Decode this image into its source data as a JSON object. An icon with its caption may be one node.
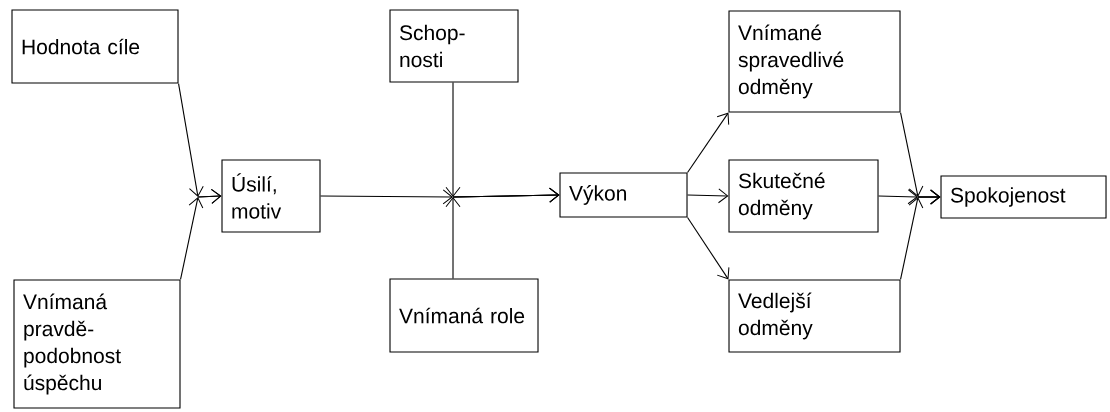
{
  "diagram": {
    "nodes": [
      {
        "text": [
          "Hodnota cíle"
        ]
      },
      {
        "text": [
          "Vnímaná pravdě- podobnost úspěchu"
        ]
      },
      {
        "text": [
          "Úsilí, motiv"
        ]
      },
      {
        "text": [
          "Schop- nosti"
        ]
      },
      {
        "text": [
          "Vnímaná role"
        ]
      },
      {
        "text": [
          "Výkon"
        ]
      },
      {
        "text": [
          "Vnímané spravedlivé odměny"
        ]
      },
      {
        "text": [
          "Skutečné odměny"
        ]
      },
      {
        "text": [
          "Vedlejší odměny"
        ]
      },
      {
        "text": [
          "Spokojenost"
        ]
      }
    ],
    "edges": [
      {
        "from": 0,
        "to": 2,
        "arrow": "to"
      },
      {
        "from": 1,
        "to": 2,
        "arrow": "to"
      },
      {
        "from": 2,
        "to": 5,
        "arrow": "to"
      },
      {
        "from": 3,
        "to": 5,
        "arrow": "to"
      },
      {
        "from": 4,
        "to": 5,
        "arrow": "to"
      },
      {
        "from": 5,
        "to": 6,
        "arrow": "to"
      },
      {
        "from": 5,
        "to": 7,
        "arrow": "to"
      },
      {
        "from": 5,
        "to": 8,
        "arrow": "to"
      },
      {
        "from": 6,
        "to": 9,
        "arrow": "to"
      },
      {
        "from": 7,
        "to": 9,
        "arrow": "to"
      },
      {
        "from": 8,
        "to": 9,
        "arrow": "to"
      }
    ]
  }
}
